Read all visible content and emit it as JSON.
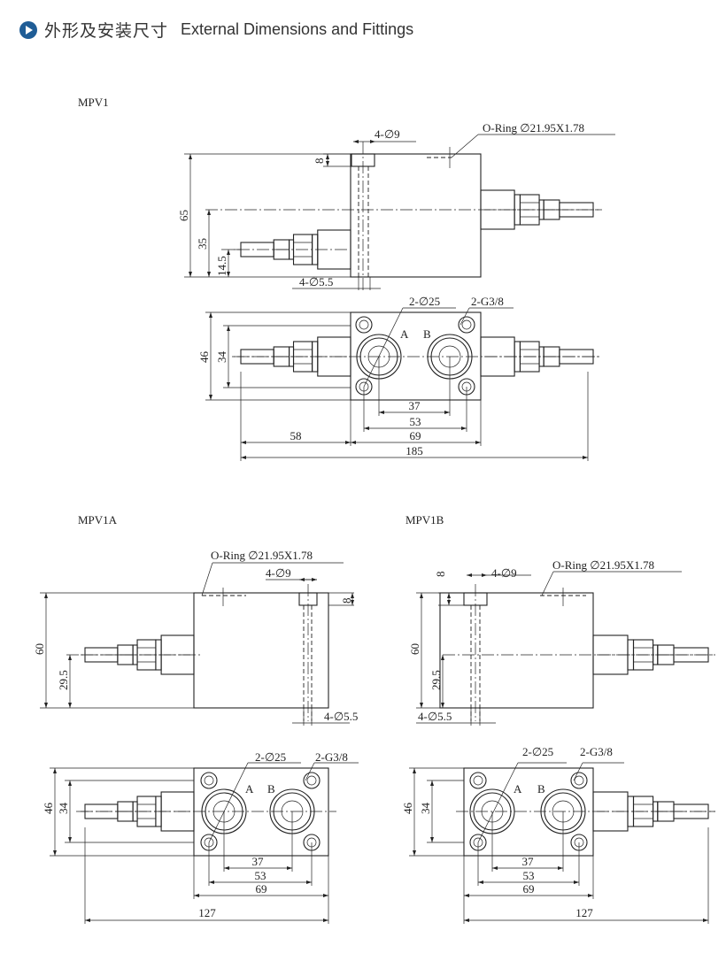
{
  "header": {
    "title_cn": "外形及安装尺寸",
    "title_en": "External Dimensions and Fittings",
    "icon": "play-circle-icon",
    "accent": "#1f5d96"
  },
  "drawings": {
    "mpv1": {
      "label": "MPV1",
      "oring": "O-Ring  ∅21.95X1.78",
      "bolt": "4-∅9",
      "bolt_small": "4-∅5.5",
      "depth": "8",
      "h_total": "65",
      "h_upper": "35",
      "h_lower": "14.5",
      "ports": "2-∅25",
      "thread": "2-G3/8",
      "port_a": "A",
      "port_b": "B",
      "w_total": "46",
      "w_inner": "34",
      "d37": "37",
      "d53": "53",
      "d69": "69",
      "d58": "58",
      "d185": "185"
    },
    "mpv1a": {
      "label": "MPV1A",
      "oring": "O-Ring  ∅21.95X1.78",
      "bolt": "4-∅9",
      "bolt_small": "4-∅5.5",
      "depth": "8",
      "h_total": "60",
      "h_center": "29.5",
      "ports": "2-∅25",
      "thread": "2-G3/8",
      "port_a": "A",
      "port_b": "B",
      "w_total": "46",
      "w_inner": "34",
      "d37": "37",
      "d53": "53",
      "d69": "69",
      "d127": "127"
    },
    "mpv1b": {
      "label": "MPV1B",
      "oring": "O-Ring  ∅21.95X1.78",
      "bolt": "4-∅9",
      "bolt_small": "4-∅5.5",
      "depth": "8",
      "h_total": "60",
      "h_center": "29.5",
      "ports": "2-∅25",
      "thread": "2-G3/8",
      "port_a": "A",
      "port_b": "B",
      "w_total": "46",
      "w_inner": "34",
      "d37": "37",
      "d53": "53",
      "d69": "69",
      "d127": "127"
    }
  }
}
